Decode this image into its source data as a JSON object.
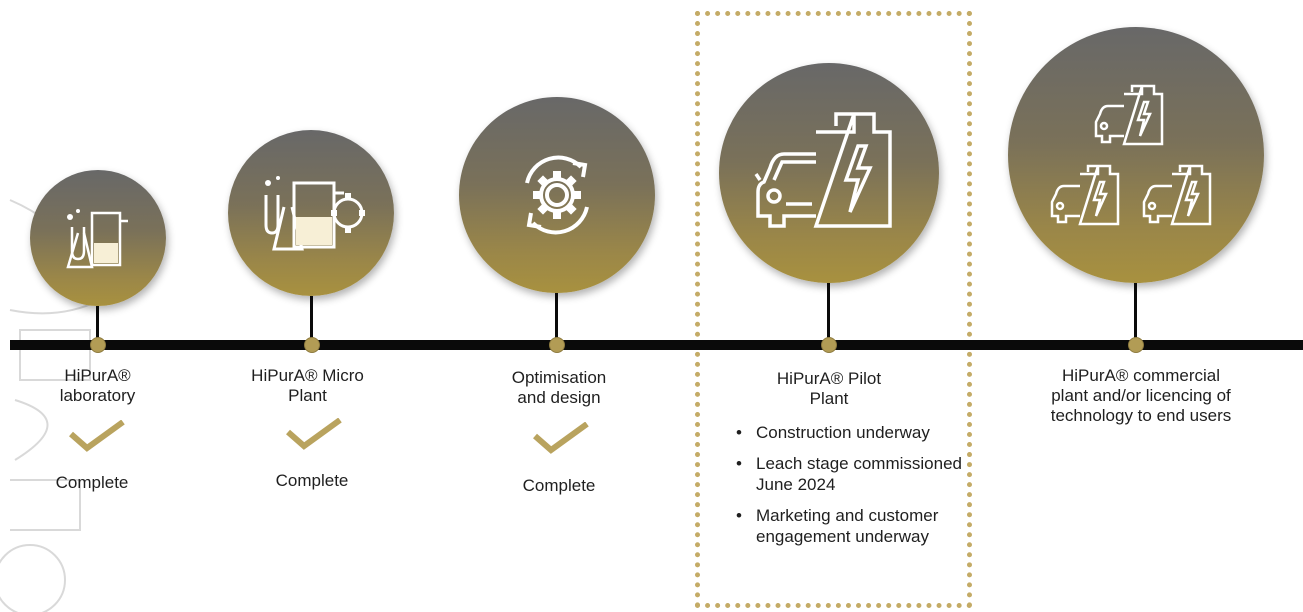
{
  "colors": {
    "gold": "#b29c55",
    "check": "#b9a35e",
    "timeline": "#0a0a0a",
    "circle_top": "#686868",
    "circle_bottom": "#a8913f",
    "focus_border": "#c4ab66"
  },
  "stages": [
    {
      "label": "HiPurA® laboratory",
      "status": "Complete",
      "icon": "laboratory-beakers-icon",
      "check_icon": "checkmark-icon"
    },
    {
      "label": "HiPurA® Micro Plant",
      "status": "Complete",
      "icon": "micro-plant-icon",
      "check_icon": "checkmark-icon"
    },
    {
      "label": "Optimisation and design",
      "status": "Complete",
      "icon": "gear-cycle-icon",
      "check_icon": "checkmark-icon"
    },
    {
      "label": "HiPurA® Pilot Plant",
      "icon": "car-battery-icon",
      "bullets": [
        "Construction underway",
        "Leach stage commissioned June 2024",
        "Marketing and customer engagement underway"
      ]
    },
    {
      "label": "HiPurA® commercial plant and/or licencing of technology to end users",
      "icon": "multiple-car-battery-icon"
    }
  ]
}
